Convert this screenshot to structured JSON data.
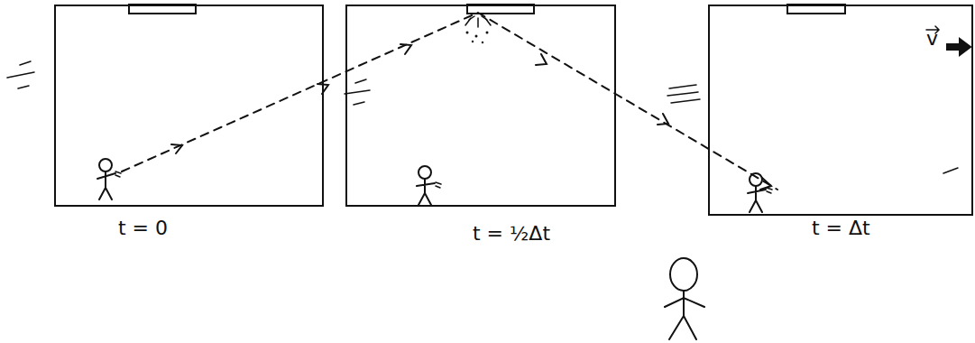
{
  "diagram": {
    "nodes": [
      {
        "text": [
          "t = 0"
        ]
      },
      {
        "text": [
          "t = ½Δt"
        ]
      },
      {
        "text": [
          "v",
          "t = Δt"
        ]
      }
    ]
  }
}
